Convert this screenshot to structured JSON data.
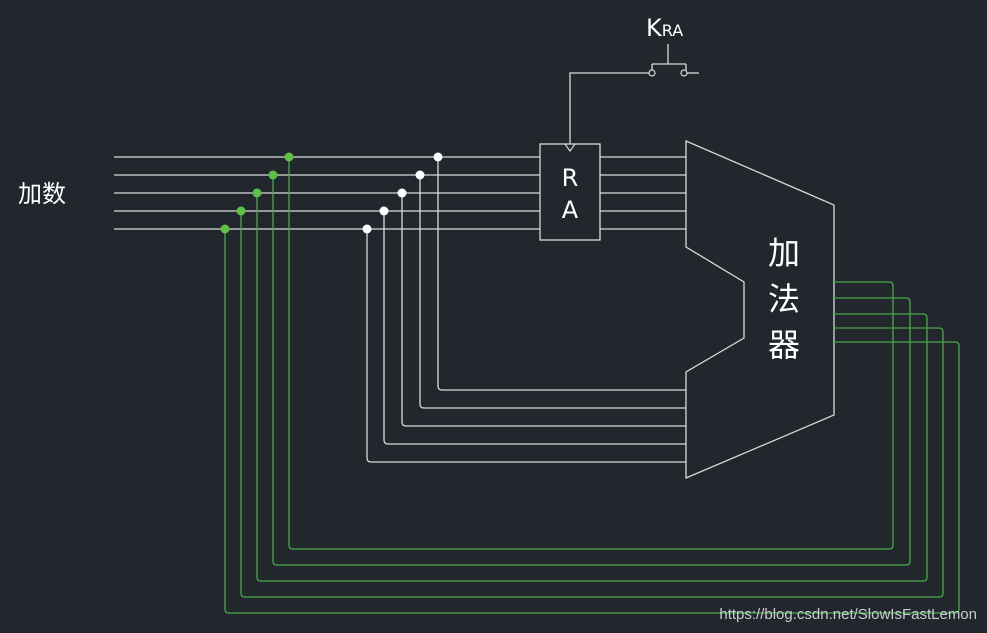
{
  "input_label": "加数",
  "switch": {
    "letter": "K",
    "subscript": "RA"
  },
  "register": {
    "line1": "R",
    "line2": "A"
  },
  "adder": {
    "char1": "加",
    "char2": "法",
    "char3": "器"
  },
  "watermark": "https://blog.csdn.net/SlowIsFastLemon",
  "colors": {
    "background": "#22272e",
    "wire": "#d8d8d8",
    "feedback": "#4aa84a",
    "node_white": "#ffffff",
    "node_green": "#5fbf4a",
    "text": "#ffffff"
  }
}
